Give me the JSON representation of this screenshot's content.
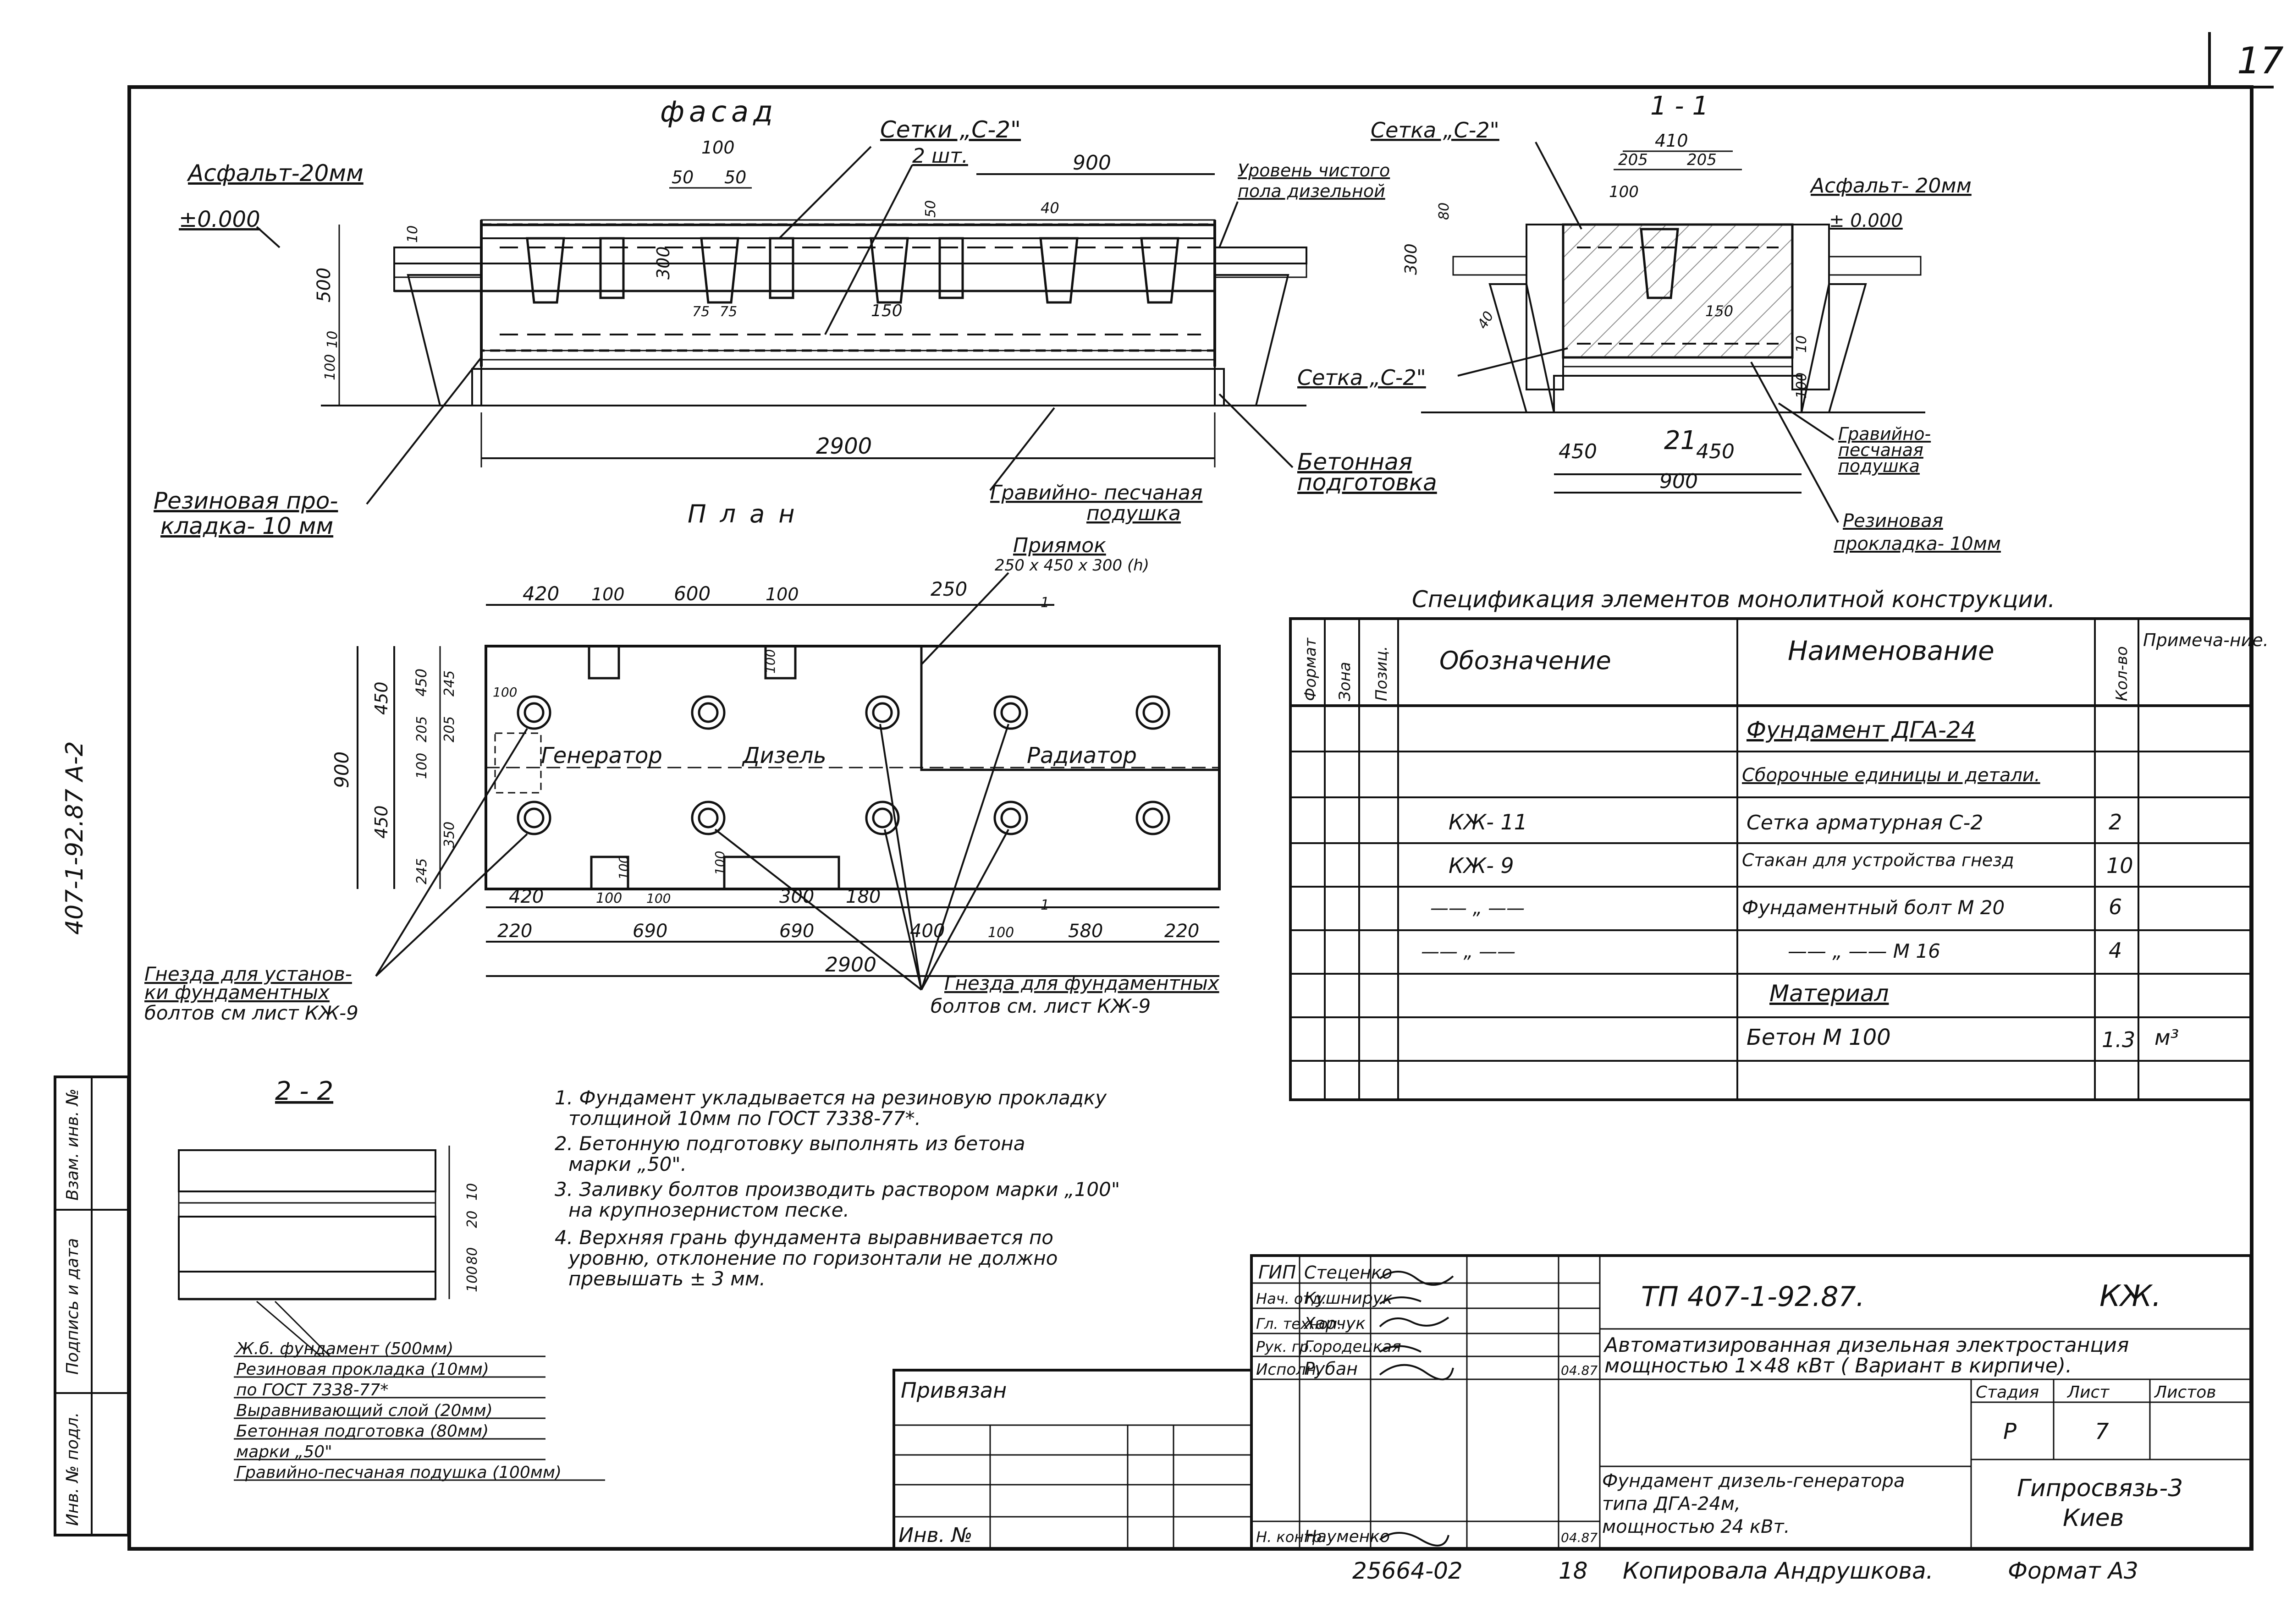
{
  "sheet_number": "17",
  "side_code": "407-1-92.87   А-2",
  "facade": {
    "title": "фасад",
    "asphalt": "Асфальт-20мм",
    "level": "±0.000",
    "nets_label": "Сетки „С-2\"",
    "nets_count": "2 шт.",
    "floor_level_1": "Уровень чистого",
    "floor_level_2": "пола дизельной",
    "rubber_1": "Резиновая про-",
    "rubber_2": "кладка- 10 мм",
    "gravel_1": "Гравийно- песчаная",
    "gravel_2": "подушка",
    "concrete_1": "Бетонная",
    "concrete_2": "подготовка",
    "dims": {
      "d2900": "2900",
      "d900": "900",
      "d100": "100",
      "d50a": "50",
      "d50b": "50",
      "d300": "300",
      "d500": "500",
      "d10": "10",
      "d100b": "100",
      "d150": "150",
      "d75": "75",
      "d75b": "75",
      "d10b": "10",
      "d50c": "50",
      "d40": "40"
    }
  },
  "section11": {
    "title": "1 - 1",
    "net_top": "Сетка „С-2\"",
    "net_bottom": "Сетка „С-2\"",
    "asphalt": "Асфальт- 20мм",
    "level": "± 0.000",
    "gravel_1": "Гравийно-",
    "gravel_2": "песчаная",
    "gravel_3": "подушка",
    "rubber_1": "Резиновая",
    "rubber_2": "прокладка- 10мм",
    "dims": {
      "d410": "410",
      "d205a": "205",
      "d205b": "205",
      "d100": "100",
      "d300": "300",
      "d450a": "450",
      "d450b": "450",
      "d900": "900",
      "d21": "21",
      "d150": "150",
      "d10": "10",
      "d100b": "100",
      "d40": "40",
      "d80": "80"
    }
  },
  "plan": {
    "title": "План",
    "pit_1": "Приямок",
    "pit_2": "250 х 450 х 300 (h)",
    "generator": "Генератор",
    "diesel": "Дизель",
    "radiator": "Радиатор",
    "sockets_install_1": "Гнезда для установ-",
    "sockets_install_2": "ки фундаментных",
    "sockets_install_3": "болтов см лист КЖ-9",
    "sockets_bolts_1": "Гнезда для фундаментных",
    "sockets_bolts_2": "болтов см. лист КЖ-9",
    "top_dims": [
      "420",
      "100",
      "600",
      "100",
      "250"
    ],
    "bottom_dims_1": [
      "420",
      "100",
      "300",
      "180",
      "400",
      "100",
      "580",
      "220"
    ],
    "bottom_dims_2": [
      "220",
      "690",
      "690"
    ],
    "total": "2900",
    "left_dims": [
      "900",
      "450",
      "450"
    ],
    "right_dims": [
      "450",
      "205",
      "100",
      "205",
      "245",
      "350",
      "245"
    ],
    "small_dims": [
      "100",
      "100",
      "100",
      "100",
      "100"
    ],
    "cut_1": "1",
    "cut_2": "1"
  },
  "spec": {
    "title": "Спецификация элементов монолитной конструкции.",
    "headers": {
      "format": "Формат",
      "zone": "Зона",
      "pos": "Позиц.",
      "designation": "Обозначение",
      "name": "Наименование",
      "qty": "Кол-во",
      "note": "Примеча-ние."
    },
    "rows": [
      {
        "designation": "",
        "name": "Фундамент ДГА-24",
        "qty": "",
        "note": ""
      },
      {
        "designation": "",
        "name": "Сборочные единицы и детали.",
        "qty": "",
        "note": ""
      },
      {
        "designation": "КЖ- 11",
        "name": "Сетка арматурная С-2",
        "qty": "2",
        "note": ""
      },
      {
        "designation": "КЖ- 9",
        "name": "Стакан для устройства гнезд",
        "qty": "10",
        "note": ""
      },
      {
        "designation": "—— „ ——",
        "name": "Фундаментный болт  М 20",
        "qty": "6",
        "note": ""
      },
      {
        "designation": "—— „ ——",
        "name": "—— „ ——  М 16",
        "qty": "4",
        "note": ""
      },
      {
        "designation": "",
        "name": "Материал",
        "qty": "",
        "note": ""
      },
      {
        "designation": "",
        "name": "Бетон  М 100",
        "qty": "1.3",
        "note": "м³"
      },
      {
        "designation": "",
        "name": "",
        "qty": "",
        "note": ""
      }
    ]
  },
  "section22": {
    "title": "2 - 2",
    "dims": [
      "10",
      "20",
      "80",
      "100"
    ],
    "legend": [
      "Ж.б. фундамент (500мм)",
      "Резиновая прокладка (10мм)",
      "по ГОСТ 7338-77*",
      "Выравнивающий слой (20мм)",
      "Бетонная подготовка (80мм)",
      "марки „50\"",
      "Гравийно-песчаная подушка (100мм)"
    ]
  },
  "notes": [
    "1. Фундамент укладывается на резиновую прокладку",
    "толщиной 10мм по ГОСТ 7338-77*.",
    "2. Бетонную подготовку выполнять из бетона",
    "марки „50\".",
    "3. Заливку болтов производить раствором марки „100\"",
    "на крупнозернистом песке.",
    "4. Верхняя грань фундамента выравнивается по",
    "уровню, отклонение по горизонтали не должно",
    "превышать ± 3 мм."
  ],
  "side_stamp": [
    "Инв. № подл.",
    "Подпись и дата",
    "Взам. инв. №"
  ],
  "title_block": {
    "bound": "Привязан",
    "inv": "Инв. №",
    "roles": [
      "ГИП",
      "Нач. отд.",
      "Гл. технол.",
      "Рук. гр.",
      "Исполн.",
      "",
      "Н. контр."
    ],
    "names": [
      "Стеценко",
      "Кушнирук",
      "Харчук",
      "Городецкая",
      "Рубан",
      "",
      "Науменко"
    ],
    "date_1": "04.87",
    "date_2": "04.87",
    "project_code": "ТП 407-1-92.87.",
    "mark": "КЖ.",
    "object_1": "Автоматизированная дизельная электростанция",
    "object_2": "мощностью 1×48 кВт ( Вариант в кирпиче).",
    "stage_h": "Стадия",
    "sheet_h": "Лист",
    "sheets_h": "Листов",
    "stage": "Р",
    "sheet": "7",
    "sheets": "",
    "drawing_1": "Фундамент дизель-генератора",
    "drawing_2": "типа ДГА-24м,",
    "drawing_3": "мощностью 24 кВт.",
    "org_1": "Гипросвязь-3",
    "org_2": "Киев"
  },
  "footer": {
    "code": "25664-02",
    "num": "18",
    "copied": "Копировала Андрушкова.",
    "format": "Формат А3"
  }
}
